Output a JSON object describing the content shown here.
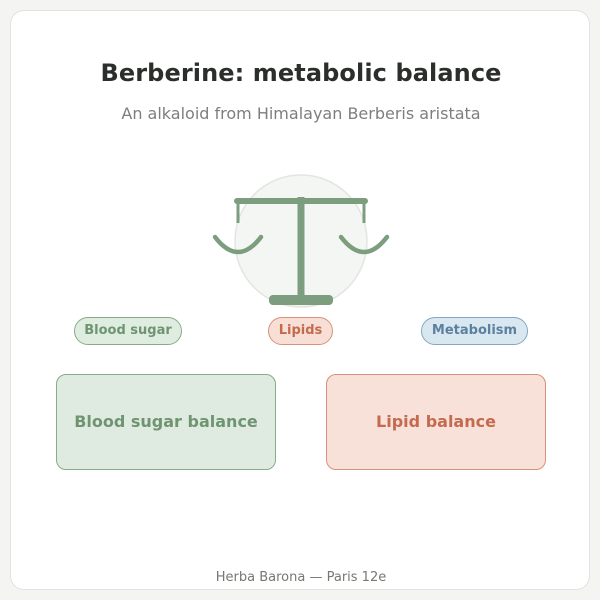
{
  "header": {
    "title": "Berberine: metabolic balance",
    "subtitle": "An alkaloid from Himalayan Berberis aristata"
  },
  "icon": "balance-scale-icon",
  "tags": [
    {
      "label": "Blood sugar",
      "color": "#6e9472"
    },
    {
      "label": "Lipids",
      "color": "#c56a4f"
    },
    {
      "label": "Metabolism",
      "color": "#5c81a0"
    }
  ],
  "boxes": [
    {
      "label": "Blood sugar balance",
      "color": "#6e9472"
    },
    {
      "label": "Lipid balance",
      "color": "#c56a4f"
    }
  ],
  "footer": {
    "text": "Herba Barona — Paris 12e"
  },
  "colors": {
    "scale": "#7c9e7f",
    "background": "#f4f4f3"
  }
}
